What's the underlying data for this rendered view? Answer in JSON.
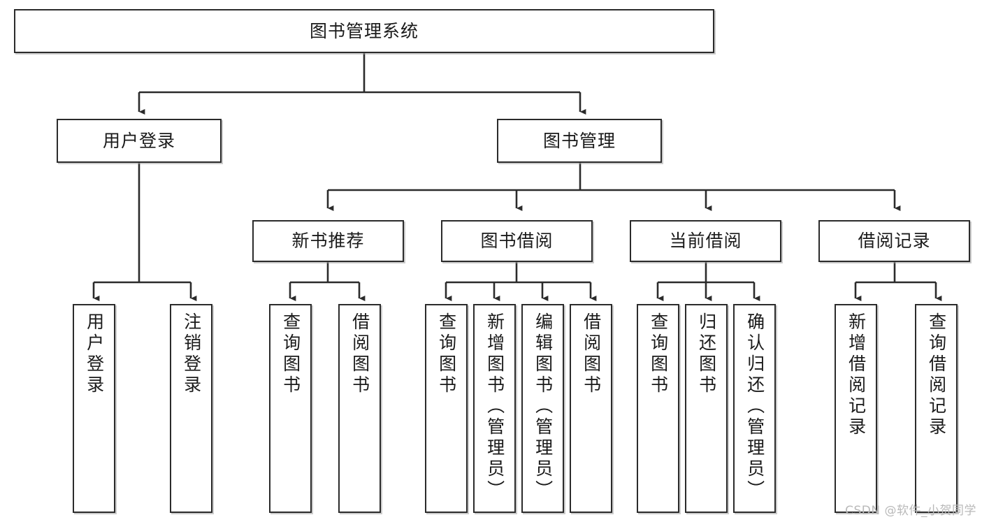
{
  "diagram": {
    "title": "图书管理系统",
    "type": "tree",
    "orientation": "top-down",
    "colors": {
      "border": "#2b2b2b",
      "fill": "#ffffff",
      "edge": "#2b2b2b",
      "text": "#1a1a1a",
      "watermark": "#b9b9b9"
    }
  },
  "watermark": {
    "text": "CSDN @软件_小贺同学"
  },
  "nodes": {
    "root": {
      "label": "图书管理系统"
    },
    "level2": [
      {
        "label": "用户登录"
      },
      {
        "label": "图书管理"
      }
    ],
    "level3": [
      {
        "label": "新书推荐"
      },
      {
        "label": "图书借阅"
      },
      {
        "label": "当前借阅"
      },
      {
        "label": "借阅记录"
      }
    ],
    "leaves": {
      "user_login": [
        {
          "label": "用户登录"
        },
        {
          "label": "注销登录"
        }
      ],
      "new_book_recommend": [
        {
          "label": "查询图书"
        },
        {
          "label": "借阅图书"
        }
      ],
      "book_borrow": [
        {
          "label": "查询图书"
        },
        {
          "label": "新增图书（管理员）"
        },
        {
          "label": "编辑图书（管理员）"
        },
        {
          "label": "借阅图书"
        }
      ],
      "current_borrow": [
        {
          "label": "查询图书"
        },
        {
          "label": "归还图书"
        },
        {
          "label": "确认归还（管理员）"
        }
      ],
      "borrow_record": [
        {
          "label": "新增借阅记录"
        },
        {
          "label": "查询借阅记录"
        }
      ]
    }
  }
}
